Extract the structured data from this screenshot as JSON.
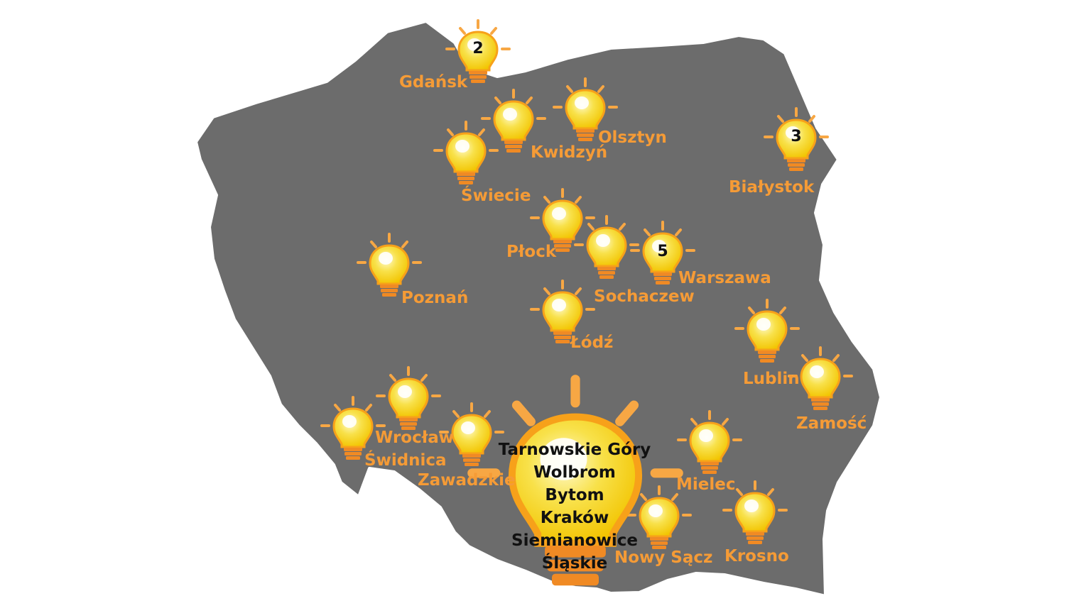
{
  "colors": {
    "land": "#6c6c6c",
    "land_stroke": "#ffffff",
    "label": "#f59b36",
    "bulb_inner": "#fffbd0",
    "bulb_outer": "#f2c400",
    "bulb_rim": "#f7a11a",
    "bulb_base": "#f08a24",
    "ray": "#f7a744",
    "count_text": "#111111"
  },
  "icons": {
    "bulb": "lightbulb-icon",
    "map": "poland-outline"
  },
  "cities": [
    {
      "id": "gdansk",
      "name": "Gdańsk",
      "count": "2"
    },
    {
      "id": "olsztyn",
      "name": "Olsztyn",
      "count": ""
    },
    {
      "id": "kwidzyn",
      "name": "Kwidzyń",
      "count": ""
    },
    {
      "id": "swiecie",
      "name": "Świecie",
      "count": ""
    },
    {
      "id": "bialystok",
      "name": "Białystok",
      "count": "3"
    },
    {
      "id": "plock",
      "name": "Płock",
      "count": ""
    },
    {
      "id": "sochaczew",
      "name": "Sochaczew",
      "count": ""
    },
    {
      "id": "warszawa",
      "name": "Warszawa",
      "count": "5"
    },
    {
      "id": "poznan",
      "name": "Poznań",
      "count": ""
    },
    {
      "id": "lodz",
      "name": "Łódź",
      "count": ""
    },
    {
      "id": "lublin",
      "name": "Lublin",
      "count": ""
    },
    {
      "id": "zamosc",
      "name": "Zamość",
      "count": ""
    },
    {
      "id": "wroclaw",
      "name": "Wrocław",
      "count": ""
    },
    {
      "id": "swidnica",
      "name": "Świdnica",
      "count": ""
    },
    {
      "id": "zawadzkie",
      "name": "Zawadzkie",
      "count": ""
    },
    {
      "id": "mielec",
      "name": "Mielec",
      "count": ""
    },
    {
      "id": "nowy-sacz",
      "name": "Nowy Sącz",
      "count": ""
    },
    {
      "id": "krosno",
      "name": "Krosno",
      "count": ""
    }
  ],
  "big_bulb": {
    "lines": [
      "Tarnowskie Góry",
      "Wolbrom",
      "Bytom",
      "Kraków",
      "Siemianowice",
      "Śląskie"
    ]
  }
}
